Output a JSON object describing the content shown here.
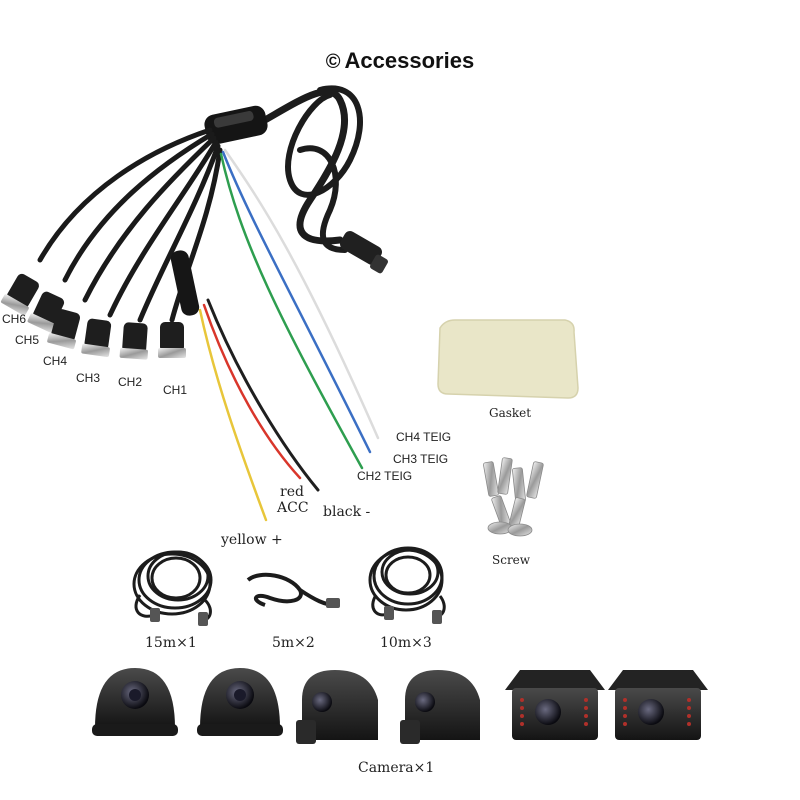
{
  "header": {
    "symbol": "©",
    "title": "Accessories"
  },
  "channels": [
    "CH6",
    "CH5",
    "CH4",
    "CH3",
    "CH2",
    "CH1"
  ],
  "wires": {
    "ch4": "CH4 TEIG",
    "ch3": "CH3 TEIG",
    "ch2": "CH2 TEIG",
    "red_line1": "red",
    "red_line2": "ACC",
    "black": "black -",
    "yellow": "yellow +"
  },
  "parts": {
    "gasket": "Gasket",
    "screw": "Screw"
  },
  "cables": [
    "15m×1",
    "5m×2",
    "10m×3"
  ],
  "cameras": "Camera×1",
  "colors": {
    "wire_red": "#d9362b",
    "wire_yellow": "#e8c63a",
    "wire_green": "#2e9e4f",
    "wire_blue": "#3b6fc4",
    "wire_white": "#dcdcdc",
    "wire_black": "#222222",
    "gasket": "#e9e6c8"
  }
}
